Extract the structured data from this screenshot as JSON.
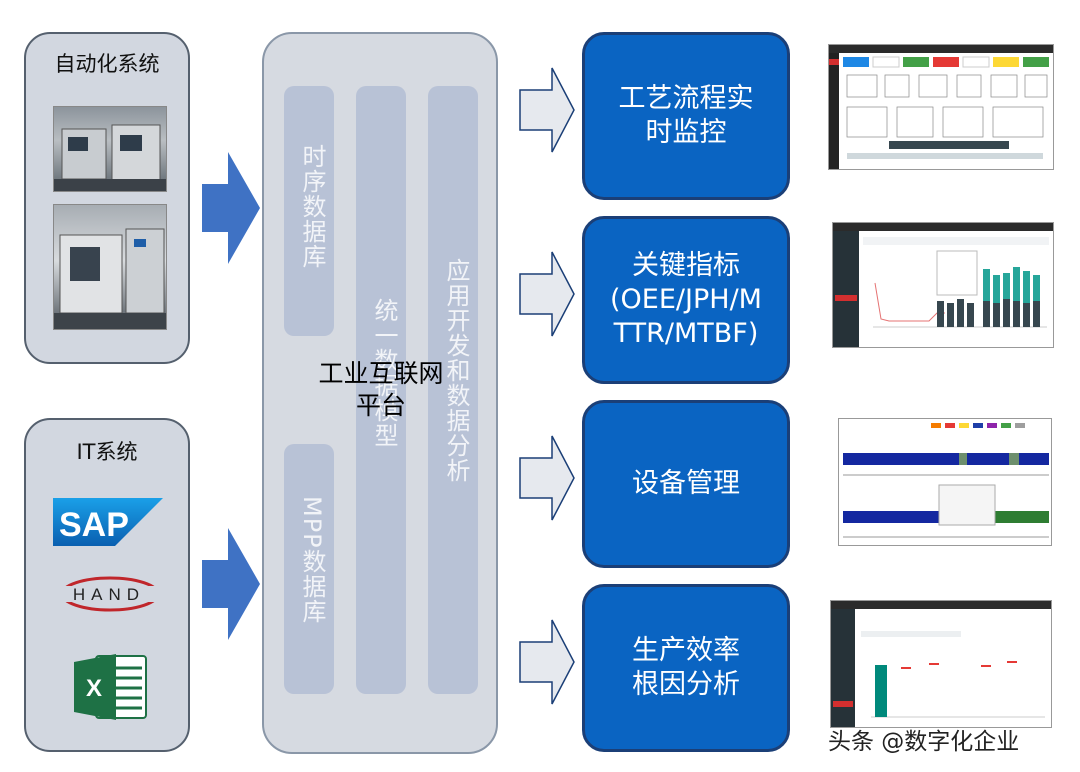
{
  "automation": {
    "title": "自动化系统"
  },
  "it": {
    "title": "IT系统",
    "logos": {
      "sap": "SAP",
      "hand": "HAND",
      "excel": "X"
    }
  },
  "platform": {
    "label_line1": "工业互联网",
    "label_line2": "平台",
    "timeseries_db": "时序数据库",
    "mpp_db": "MPP数据库",
    "unified_model": "统一数据模型",
    "app_dev": "应用开发和数据分析"
  },
  "outputs": [
    {
      "lines": [
        "工艺流程实",
        "时监控"
      ]
    },
    {
      "lines": [
        "关键指标",
        "(OEE/JPH/M",
        "TTR/MTBF)"
      ]
    },
    {
      "lines": [
        "设备管理"
      ]
    },
    {
      "lines": [
        "生产效率",
        "根因分析"
      ]
    }
  ],
  "watermark": "头条 @数字化企业",
  "colors": {
    "panel_bg": "#d2d7e0",
    "output_box": "#0a64c2",
    "arrow_fill": "#3f72c4",
    "inner_column": "#b8c2d6"
  }
}
